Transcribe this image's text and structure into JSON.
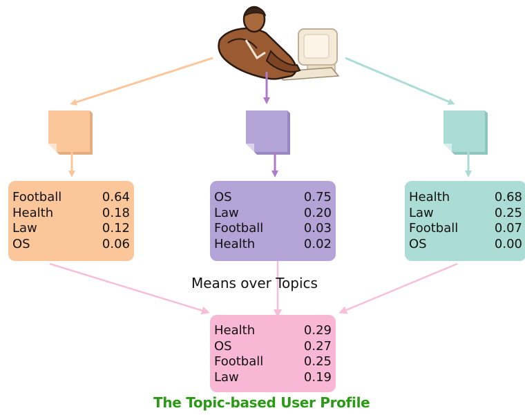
{
  "colors": {
    "orange": "#fbc69a",
    "purple": "#b3a3d6",
    "teal": "#acdcd6",
    "pink": "#f9b7d6",
    "pink_arrow": "#f7bfd7",
    "footer_green": "#2a9a14"
  },
  "user_icon": "user-at-computer-icon",
  "document_icon": "document-icon",
  "topic_boxes": [
    {
      "rows": [
        {
          "topic": "Football",
          "value": "0.64"
        },
        {
          "topic": "Health",
          "value": "0.18"
        },
        {
          "topic": "Law",
          "value": "0.12"
        },
        {
          "topic": "OS",
          "value": "0.06"
        }
      ]
    },
    {
      "rows": [
        {
          "topic": "OS",
          "value": "0.75"
        },
        {
          "topic": "Law",
          "value": "0.20"
        },
        {
          "topic": "Football",
          "value": "0.03"
        },
        {
          "topic": "Health",
          "value": "0.02"
        }
      ]
    },
    {
      "rows": [
        {
          "topic": "Health",
          "value": "0.68"
        },
        {
          "topic": "Law",
          "value": "0.25"
        },
        {
          "topic": "Football",
          "value": "0.07"
        },
        {
          "topic": "OS",
          "value": "0.00"
        }
      ]
    }
  ],
  "means_label": "Means over Topics",
  "profile_box": {
    "rows": [
      {
        "topic": "Health",
        "value": "0.29"
      },
      {
        "topic": "OS",
        "value": "0.27"
      },
      {
        "topic": "Football",
        "value": "0.25"
      },
      {
        "topic": "Law",
        "value": "0.19"
      }
    ]
  },
  "footer_title": "The Topic-based User Profile"
}
